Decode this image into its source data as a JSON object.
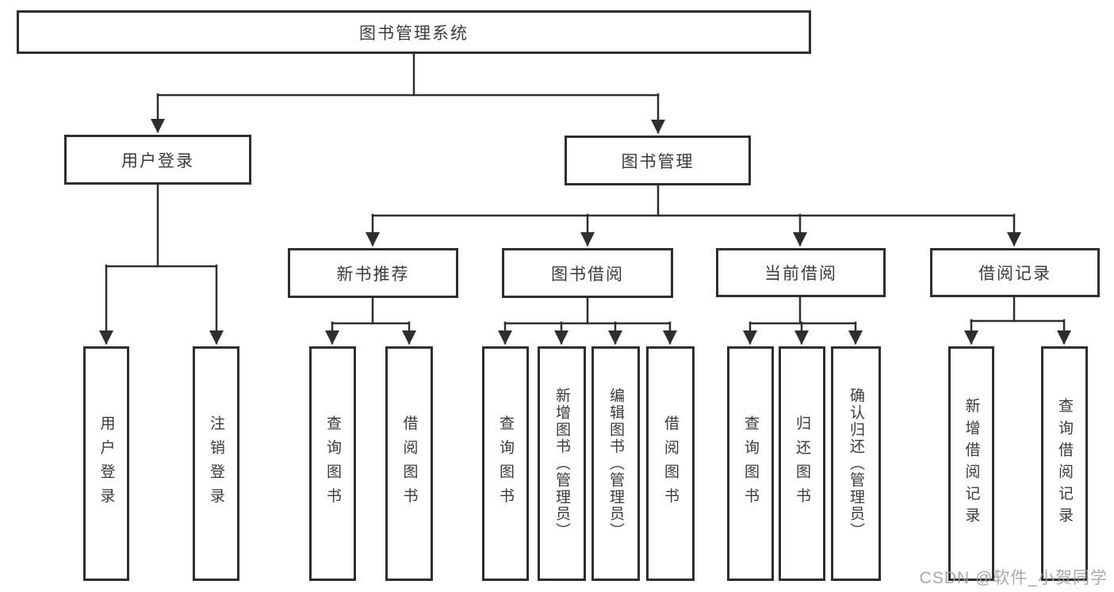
{
  "tree": {
    "root": "图书管理系统",
    "branches": [
      {
        "label": "用户登录",
        "children": [
          "用户登录",
          "注销登录"
        ]
      },
      {
        "label": "图书管理",
        "children": [
          {
            "label": "新书推荐",
            "children": [
              "查询图书",
              "借阅图书"
            ]
          },
          {
            "label": "图书借阅",
            "children": [
              "查询图书",
              "新增图书（管理员）",
              "编辑图书（管理员）",
              "借阅图书"
            ]
          },
          {
            "label": "当前借阅",
            "children": [
              "查询图书",
              "归还图书",
              "确认归还（管理员）"
            ]
          },
          {
            "label": "借阅记录",
            "children": [
              "新增借阅记录",
              "查询借阅记录"
            ]
          }
        ]
      }
    ]
  },
  "watermark": {
    "text": "CSDN @软件_小贺同学"
  },
  "colors": {
    "line": "#2e2e2e",
    "box_border": "#2e2e2e",
    "text": "#3a3a3a",
    "watermark": "#9e9e9e",
    "background": "#ffffff"
  }
}
